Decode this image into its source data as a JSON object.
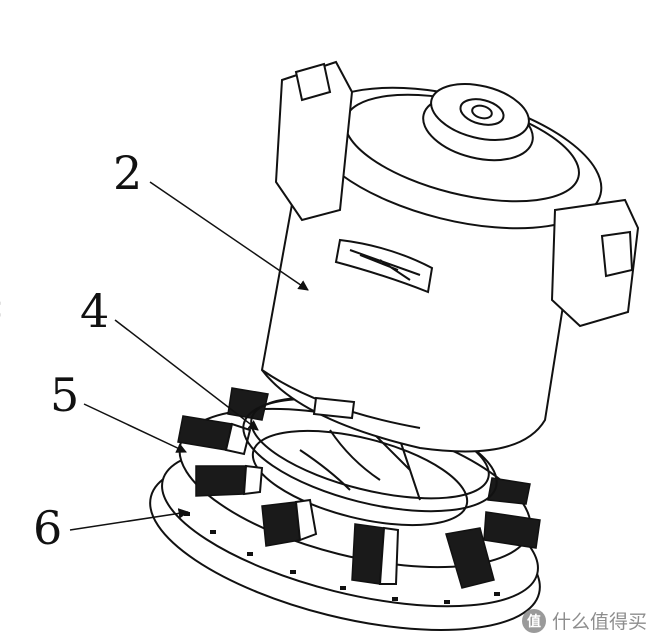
{
  "labels": {
    "motor": "2",
    "inner_ring": "4",
    "fan_blades": "5",
    "base_plate": "6"
  },
  "watermark": {
    "badge": "值",
    "text": "什么值得买"
  },
  "nav": {
    "prev_icon": "chevron-left-icon"
  }
}
